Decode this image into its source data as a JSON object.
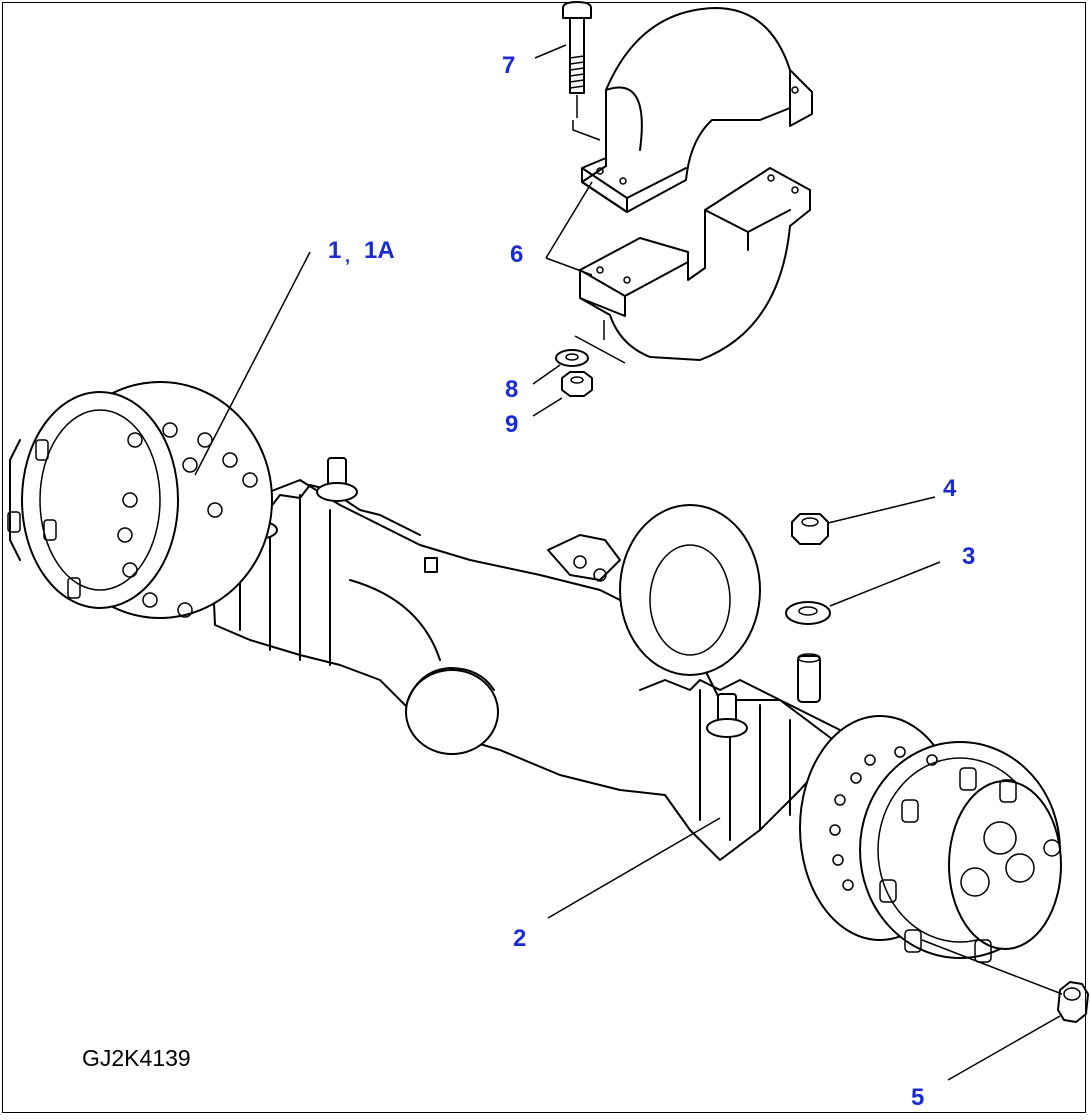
{
  "drawing_code": "GJ2K4139",
  "callouts": {
    "c1": "1",
    "c1_sep": ",",
    "c1a": "1A",
    "c2": "2",
    "c3": "3",
    "c4": "4",
    "c5": "5",
    "c6": "6",
    "c7": "7",
    "c8": "8",
    "c9": "9"
  },
  "colors": {
    "callout": "#1a2bd6",
    "line": "#000000",
    "background": "#ffffff"
  }
}
